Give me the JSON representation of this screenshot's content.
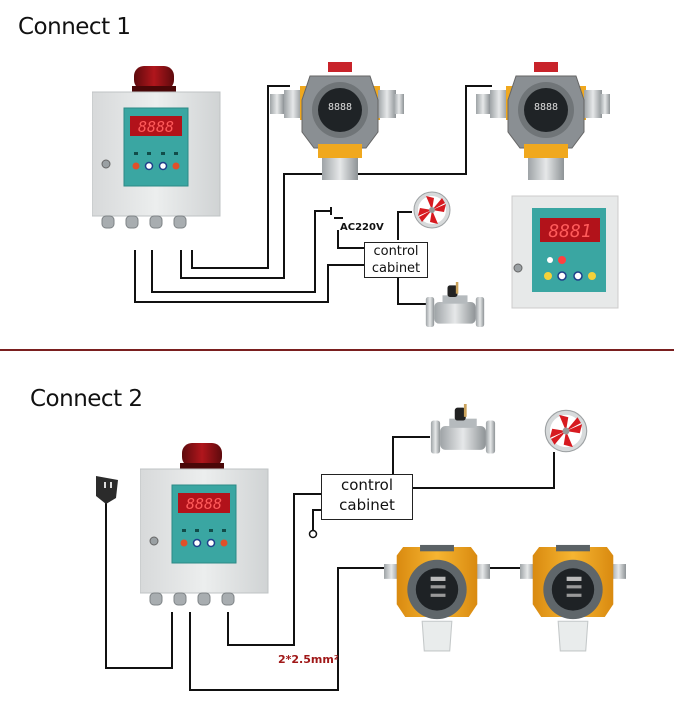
{
  "section1": {
    "title": "Connect 1",
    "power_label": "AC220V",
    "cabinet_label_line1": "control",
    "cabinet_label_line2": "cabinet",
    "controller_display": "8888",
    "panel_display": "8881"
  },
  "section2": {
    "title": "Connect 2",
    "cabinet_label_line1": "control",
    "cabinet_label_line2": "cabinet",
    "cable_spec": "2*2.5mm²",
    "controller_display": "8888"
  },
  "colors": {
    "divider": "#7a1f1f",
    "cable_spec": "#a01818",
    "wire": "#111111",
    "controller_body": "#e4e6e6",
    "controller_panel": "#3aa6a2",
    "display_bg": "#b2121a",
    "detector_orange": "#f0a81e",
    "detector_grey": "#7c8184",
    "beacon_red": "#8e0f14"
  }
}
